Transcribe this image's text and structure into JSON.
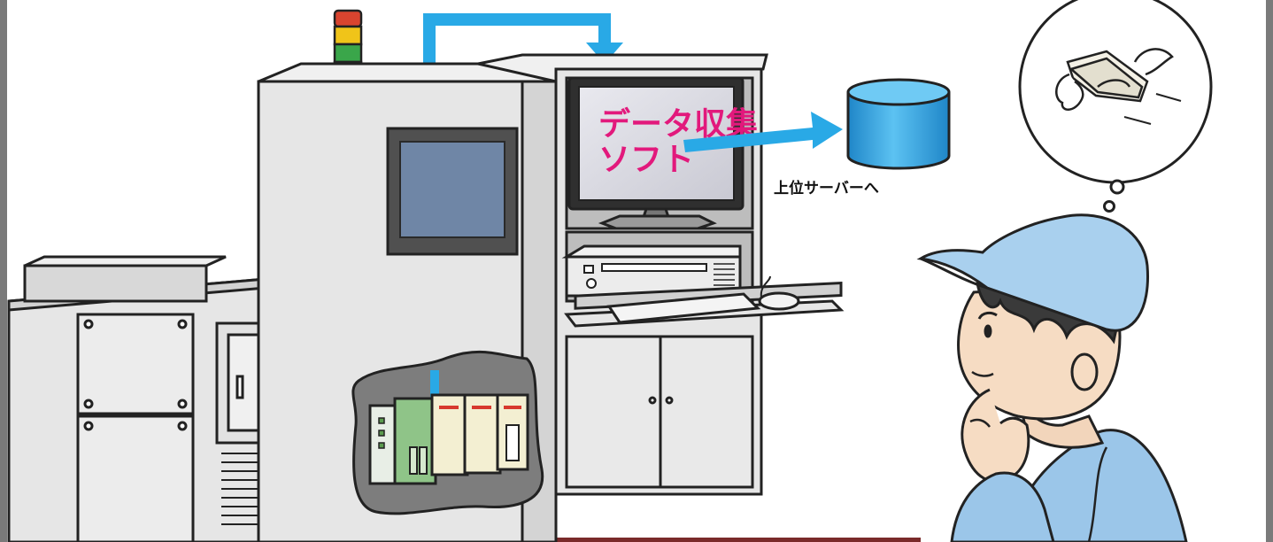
{
  "screen": {
    "software_label_line1": "データ収集",
    "software_label_line2": "ソフト",
    "server_label": "上位サーバーへ"
  },
  "colors": {
    "accent_arrow": "#29a9e6",
    "software_text": "#e2197c",
    "cabinet": "#e6e6e6",
    "cap": "#a9d0ee",
    "database": "#3ba6df"
  },
  "icons": {
    "signal_tower": "signal-tower-icon",
    "database": "database-icon",
    "flying_money": "flying-money-icon",
    "thought_bubble": "thought-bubble-icon"
  }
}
